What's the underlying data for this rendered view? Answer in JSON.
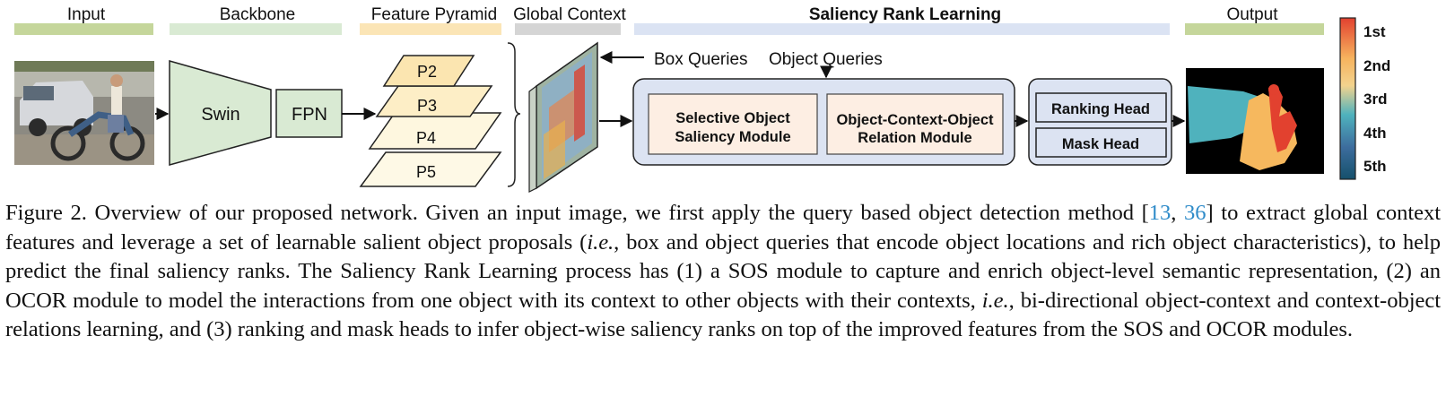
{
  "stages": {
    "input": "Input",
    "backbone": "Backbone",
    "feature_pyramid": "Feature Pyramid",
    "global_context": "Global Context",
    "saliency_rank_learning": "Saliency Rank Learning",
    "output": "Output"
  },
  "colors": {
    "input_bar": "#c5d69b",
    "backbone_bar": "#d9ead3",
    "pyramid_bar": "#fbe5b6",
    "global_bar": "#d5d5d5",
    "srl_bar": "#dbe3f3",
    "output_bar": "#c5d69b",
    "swin_fill": "#d9ead3",
    "pyramid_fill": "#fef4d2",
    "srl_panel": "#dce3f2",
    "module_fill": "#fdeee3",
    "ref_link": "#2e8bc9"
  },
  "blocks": {
    "swin": "Swin",
    "fpn": "FPN",
    "pyramid_levels": [
      "P2",
      "P3",
      "P4",
      "P5"
    ]
  },
  "queries": {
    "box": "Box Queries",
    "object": "Object Queries"
  },
  "modules": {
    "sos_line1": "Selective Object",
    "sos_line2": "Saliency Module",
    "ocor_line1": "Object-Context-Object",
    "ocor_line2": "Relation Module"
  },
  "heads": {
    "ranking": "Ranking Head",
    "mask": "Mask Head"
  },
  "rank_legend": [
    "1st",
    "2nd",
    "3rd",
    "4th",
    "5th"
  ],
  "caption": {
    "label": "Figure 2.",
    "seg1": "Overview of our proposed network. Given an input image, we first apply the query based object detection method [",
    "ref1": "13",
    "sep": ", ",
    "ref2": "36",
    "seg2": "] to extract global context features and leverage a set of learnable salient object proposals (",
    "ie1": "i.e.",
    "seg3": ", box and object queries that encode object locations and rich object characteristics), to help predict the final saliency ranks. The Saliency Rank Learning process has (1) a SOS module to capture and enrich object-level semantic representation, (2) an OCOR module to model the interactions from one object with its context to other objects with their contexts, ",
    "ie2": "i.e.",
    "seg4": ", bi-directional object-context and context-object relations learning, and (3) ranking and mask heads to infer object-wise saliency ranks on top of the improved features from the SOS and OCOR modules."
  }
}
